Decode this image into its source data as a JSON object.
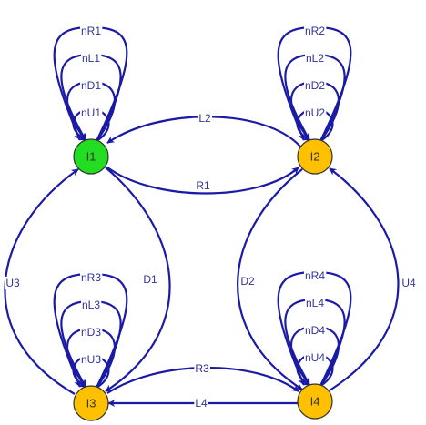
{
  "colors": {
    "edge": "#1a1aa6",
    "start_state": "#22dd22",
    "state": "#ffc000",
    "label_text": "#333399",
    "node_text": "#333333"
  },
  "nodes": [
    {
      "id": "I1",
      "label": "I1",
      "kind": "start"
    },
    {
      "id": "I2",
      "label": "I2",
      "kind": "state"
    },
    {
      "id": "I3",
      "label": "I3",
      "kind": "state"
    },
    {
      "id": "I4",
      "label": "I4",
      "kind": "state"
    }
  ],
  "self_loops": [
    {
      "node": "I1",
      "labels": [
        "nU1",
        "nD1",
        "nL1",
        "nR1"
      ]
    },
    {
      "node": "I2",
      "labels": [
        "nU2",
        "nD2",
        "nL2",
        "nR2"
      ]
    },
    {
      "node": "I3",
      "labels": [
        "nU3",
        "nD3",
        "nL3",
        "nR3"
      ]
    },
    {
      "node": "I4",
      "labels": [
        "nU4",
        "nD4",
        "nL4",
        "nR4"
      ]
    }
  ],
  "edges": [
    {
      "id": "L2",
      "from": "I2",
      "to": "I1",
      "label": "L2"
    },
    {
      "id": "R1",
      "from": "I1",
      "to": "I2",
      "label": "R1"
    },
    {
      "id": "U3",
      "from": "I3",
      "to": "I1",
      "label": "U3"
    },
    {
      "id": "D1",
      "from": "I1",
      "to": "I3",
      "label": "D1"
    },
    {
      "id": "D2",
      "from": "I2",
      "to": "I4",
      "label": "D2"
    },
    {
      "id": "U4",
      "from": "I4",
      "to": "I2",
      "label": "U4"
    },
    {
      "id": "R3",
      "from": "I3",
      "to": "I4",
      "label": "R3"
    },
    {
      "id": "L4",
      "from": "I4",
      "to": "I3",
      "label": "L4"
    }
  ]
}
